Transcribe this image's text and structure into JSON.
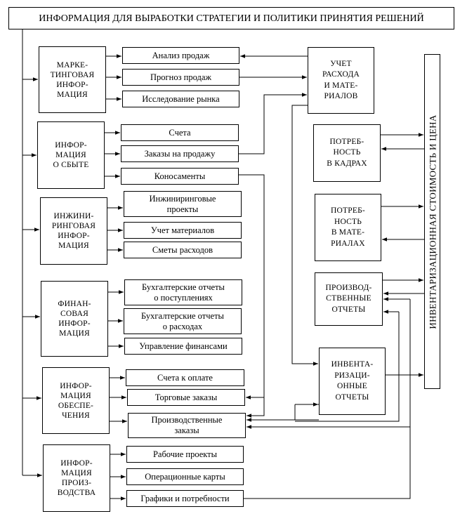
{
  "title": "ИНФОРМАЦИЯ ДЛЯ ВЫРАБОТКИ СТРАТЕГИИ И ПОЛИТИКИ ПРИНЯТИЯ РЕШЕНИЙ",
  "groups": {
    "marketing": "МАРКЕ-\nТИНГОВАЯ\nИНФОР-\nМАЦИЯ",
    "sales": "ИНФОР-\nМАЦИЯ\nО СБЫТЕ",
    "engineering": "ИНЖИНИ-\nРИНГОВАЯ\nИНФОР-\nМАЦИЯ",
    "finance": "ФИНАН-\nСОВАЯ\nИНФОР-\nМАЦИЯ",
    "supply": "ИНФОР-\nМАЦИЯ\nОБЕСПЕ-\nЧЕНИЯ",
    "production": "ИНФОР-\nМАЦИЯ\nПРОИЗ-\nВОДСТВА"
  },
  "items": {
    "sales_analysis": "Анализ продаж",
    "sales_forecast": "Прогноз продаж",
    "market_research": "Исследование рынка",
    "invoices": "Счета",
    "sales_orders": "Заказы на продажу",
    "bills_of_lading": "Коносаменты",
    "engineering_projects": "Инжиниринговые\nпроекты",
    "materials_accounting": "Учет материалов",
    "cost_estimates": "Сметы расходов",
    "receipts_reports": "Бухгалтерские отчеты\nо поступлениях",
    "expenses_reports": "Бухгалтерские отчеты\nо расходах",
    "finance_management": "Управление финансами",
    "payable_invoices": "Счета к оплате",
    "trade_orders": "Торговые заказы",
    "production_orders": "Производственные\nзаказы",
    "working_projects": "Рабочие проекты",
    "operation_cards": "Операционные карты",
    "schedules_needs": "Графики и потребности"
  },
  "right": {
    "materials_usage": "УЧЕТ\nРАСХОДА\nИ МАТЕ-\nРИАЛОВ",
    "staff_needs": "ПОТРЕБ-\nНОСТЬ\nВ КАДРАХ",
    "materials_needs": "ПОТРЕБ-\nНОСТЬ\nВ МАТЕ-\nРИАЛАХ",
    "production_reports": "ПРОИЗВОД-\nСТВЕННЫЕ\nОТЧЕТЫ",
    "inventory_reports": "ИНВЕНТА-\nРИЗАЦИ-\nОННЫЕ\nОТЧЕТЫ"
  },
  "vertical": "ИНВЕНТАРИЗАЦИОННАЯ СТОИМОСТЬ И ЦЕНА"
}
